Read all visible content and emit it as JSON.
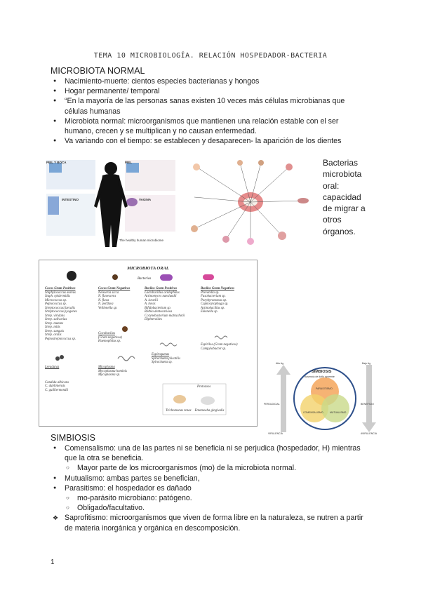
{
  "doc": {
    "title": "TEMA 10 MICROBIOLOGÍA. RELACIÓN HOSPEDADOR-BACTERIA",
    "page_number": "1"
  },
  "section1": {
    "heading": "MICROBIOTA NORMAL",
    "bullets": [
      "Nacimiento-muerte: cientos especies bacterianas y hongos",
      "Hogar permanente/ temporal",
      "“En la mayoría de las personas sanas existen 10 veces más células microbianas que células humanas",
      "Microbiota normal: microorganismos que mantienen una relación estable con el ser humano, crecen y se multiplican y no causan enfermedad.",
      "Va variando con el tiempo: se establecen y desaparecen- la aparición de los dientes"
    ],
    "side_note": "Bacterias microbiota oral: capacidad de migrar a otros órganos."
  },
  "fig_body": {
    "labels": [
      "PIEL Y BOCA",
      "PIEL",
      "INTESTINO",
      "VAGINA"
    ],
    "caption": "The healthy human microbiome"
  },
  "fig_oral": {
    "title": "MICROBIOTA ORAL",
    "bacterias": "Bacterias",
    "columns": [
      {
        "head": "Cocos Gram Positivos",
        "items": [
          "Staphylococcus aureus",
          "Staph. epidermidis",
          "Micrococcus sp.",
          "Peptococcus sp.",
          "Streptococcus faecalis",
          "Streptococcus pyogenes",
          "Strep. viridans",
          "Strep. salivarius",
          "Strep. mutans",
          "Strep. mitis",
          "Strep. sanguis",
          "Strep. oralis",
          "Peptostreptococcus sp."
        ]
      },
      {
        "head": "Cocos Gram Negativos",
        "items": [
          "Neisseria sicca",
          "N. flavescens",
          "N. flava",
          "N. perflava",
          "Veillonella sp."
        ]
      },
      {
        "head": "Bacilos Gram Positivos",
        "items": [
          "Lactobacillus acidophilus",
          "Actinomyces naeslundii",
          "A. israelii",
          "A. bovis",
          "Bifidobacterium sp.",
          "Rothia dentocariosa",
          "Corynebacterium matruchotii",
          "Diphteroides"
        ]
      },
      {
        "head": "Bacilos Gram Negativos",
        "items": [
          "Prevotella sp.",
          "Fusobacterium sp.",
          "Porphyromonas sp.",
          "Capnocytophaga sp.",
          "Actinobacillus sp.",
          "Eikenella sp."
        ]
      }
    ],
    "extras": {
      "cocobacilos": "Cocobacilos",
      "coco_items": [
        "(Gram negativos)",
        "Haemophilus sp."
      ],
      "espiroquetas": "Espiroquetas",
      "espiro_items": [
        "Spirochaeta plicatilis",
        "Spirochaeta sp."
      ],
      "micoplasma": "Micoplasma",
      "mico_items": [
        "Mycoplasma hominis",
        "Mycoplasma sp."
      ],
      "campylo": "Espirilos (Gram negativos)",
      "campylo_items": [
        "Campylobacter sp."
      ],
      "levaduras": "Levaduras",
      "lev_items": [
        "Candida albicans",
        "C. dubliniensis",
        "C. guilliermondii"
      ],
      "protozoos": "Protozoos",
      "proto_items": [
        "Trichomonas tenax",
        "Entamoeba gingivalis"
      ]
    }
  },
  "fig_symb": {
    "title": "SIMBIOSIS",
    "subtitle": "Ausencia de daño aparente",
    "left_top": "Alto Ag",
    "left_label": "PERJUDICIAL",
    "left_bottom": "VIRULENCIA",
    "right_top": "Bajo Ag",
    "right_label": "BENEFICIO",
    "right_bottom": "AVIRULENCIA",
    "parasitismo": "PARASITISMO",
    "comensalismo": "COMENSALISMO",
    "mutualismo": "MUTUALISMO"
  },
  "section2": {
    "heading": "SIMBIOSIS",
    "items": [
      {
        "type": "b",
        "text": "Comensalismo: una de las partes ni se beneficia ni se perjudica (hospedador, H) mientras que la otra se beneficia."
      },
      {
        "type": "sub",
        "text": "Mayor parte de los microorganismos (mo) de la microbiota normal."
      },
      {
        "type": "b",
        "text": "Mutualismo: ambas partes se benefician,"
      },
      {
        "type": "b",
        "text": "Parasitismo: el hospedador es dañado"
      },
      {
        "type": "sub",
        "text": "mo-parásito microbiano: patógeno."
      },
      {
        "type": "sub",
        "text": "Obligado/facultativo."
      },
      {
        "type": "dia",
        "text": "Saprofitismo: microorganismos que viven de forma libre en la naturaleza, se nutren a partir de materia inorgánica y orgánica en descomposición."
      }
    ]
  }
}
